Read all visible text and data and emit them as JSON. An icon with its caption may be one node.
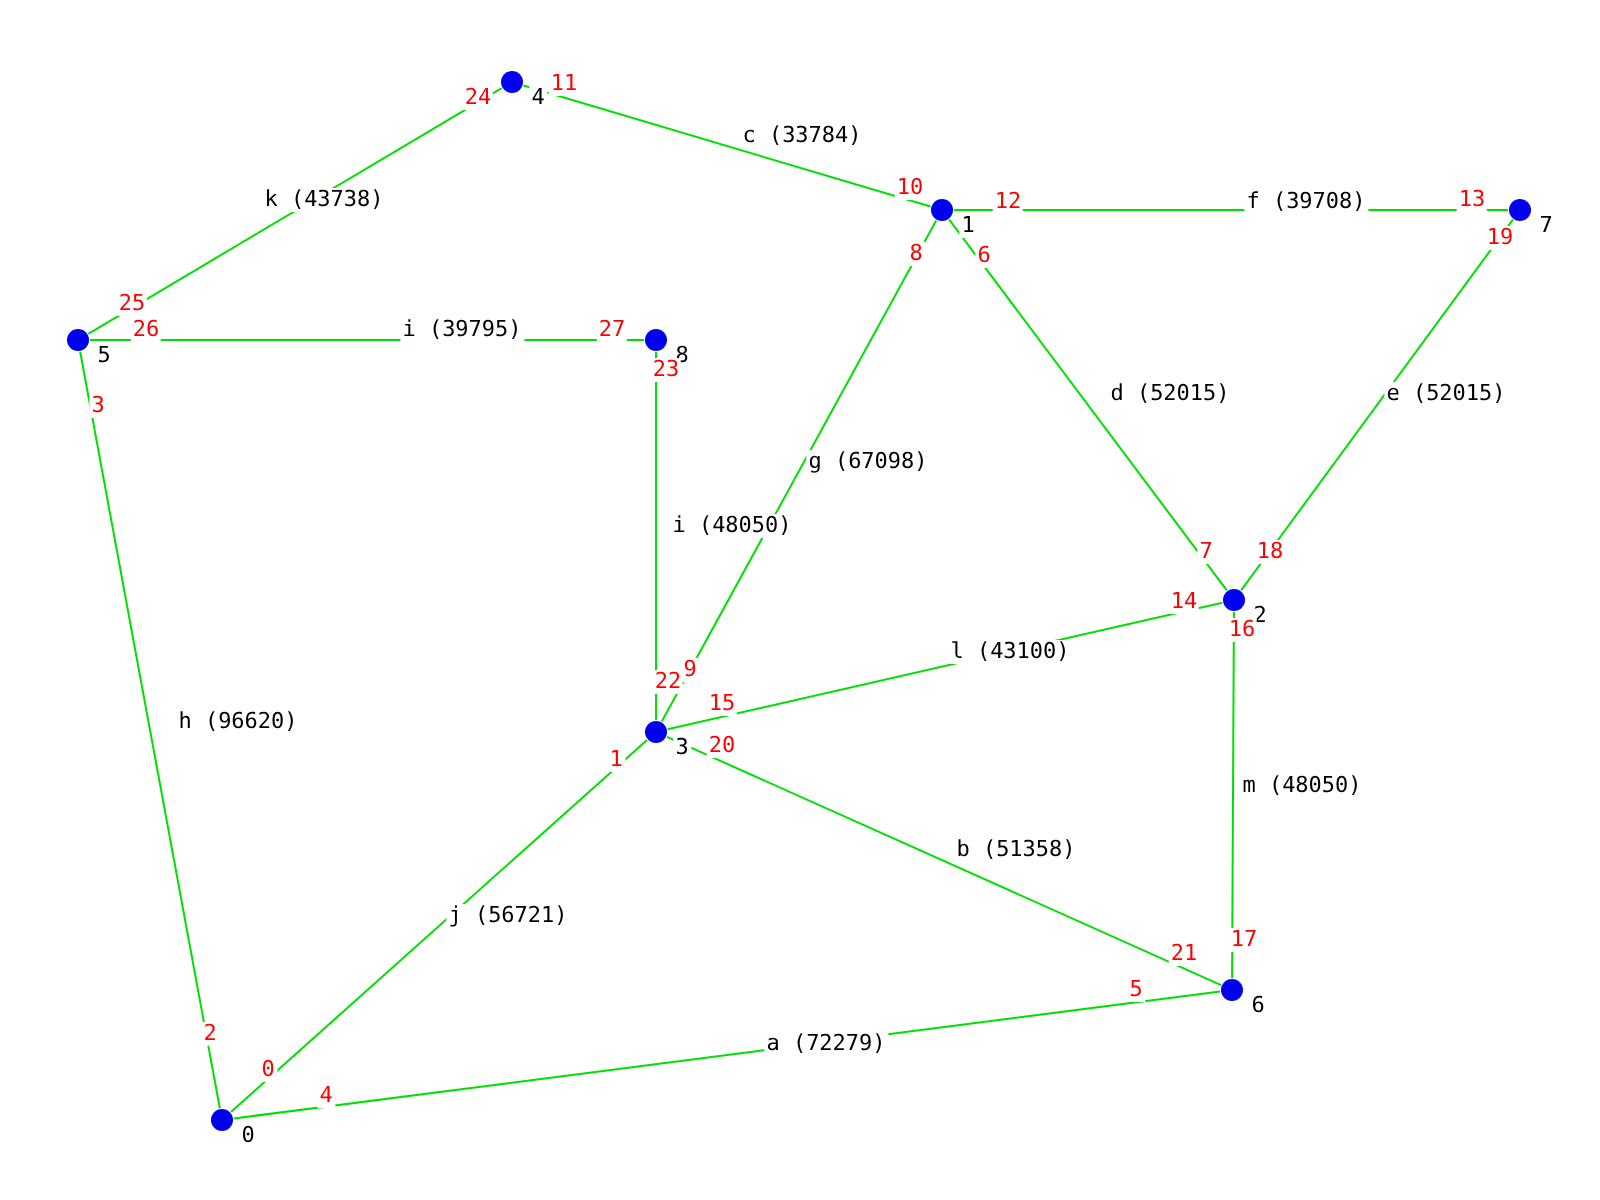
{
  "diagram": {
    "nodes": [
      {
        "text": [],
        "shape": "circle",
        "beside": [
          "0"
        ]
      },
      {
        "text": [],
        "shape": "circle",
        "beside": [
          "1"
        ]
      },
      {
        "text": [],
        "shape": "circle",
        "beside": [
          "2"
        ]
      },
      {
        "text": [],
        "shape": "circle",
        "beside": [
          "3"
        ]
      },
      {
        "text": [],
        "shape": "circle",
        "beside": [
          "4"
        ]
      },
      {
        "text": [],
        "shape": "circle",
        "beside": [
          "5"
        ]
      },
      {
        "text": [],
        "shape": "circle",
        "beside": [
          "6"
        ]
      },
      {
        "text": [],
        "shape": "circle",
        "beside": [
          "7"
        ]
      },
      {
        "text": [],
        "shape": "circle",
        "beside": [
          "8"
        ]
      }
    ],
    "edges": [
      {
        "from": 0,
        "to": 3,
        "arrow": "none",
        "label": "j (56721)"
      },
      {
        "from": 0,
        "to": 5,
        "arrow": "none",
        "label": "h (96620)"
      },
      {
        "from": 0,
        "to": 6,
        "arrow": "none",
        "label": "a (72279)"
      },
      {
        "from": 1,
        "to": 2,
        "arrow": "none",
        "label": "d (52015)"
      },
      {
        "from": 1,
        "to": 3,
        "arrow": "none",
        "label": "g (67098)"
      },
      {
        "from": 1,
        "to": 4,
        "arrow": "none",
        "label": "c (33784)"
      },
      {
        "from": 1,
        "to": 7,
        "arrow": "none",
        "label": "f (39708)"
      },
      {
        "from": 2,
        "to": 3,
        "arrow": "none",
        "label": "l (43100)"
      },
      {
        "from": 2,
        "to": 6,
        "arrow": "none",
        "label": "m (48050)"
      },
      {
        "from": 2,
        "to": 7,
        "arrow": "none",
        "label": "e (52015)"
      },
      {
        "from": 3,
        "to": 6,
        "arrow": "none",
        "label": "b (51358)"
      },
      {
        "from": 3,
        "to": 8,
        "arrow": "none",
        "label": "i (48050)"
      },
      {
        "from": 4,
        "to": 5,
        "arrow": "none",
        "label": "k (43738)"
      },
      {
        "from": 5,
        "to": 8,
        "arrow": "none",
        "label": "i (39795)"
      }
    ],
    "labels": [
      "0",
      "1",
      "2",
      "3",
      "4",
      "5",
      "6",
      "7",
      "8",
      "9",
      "10",
      "11",
      "12",
      "13",
      "14",
      "15",
      "16",
      "17",
      "18",
      "19",
      "20",
      "21",
      "22",
      "23",
      "24",
      "25",
      "26",
      "27"
    ]
  }
}
